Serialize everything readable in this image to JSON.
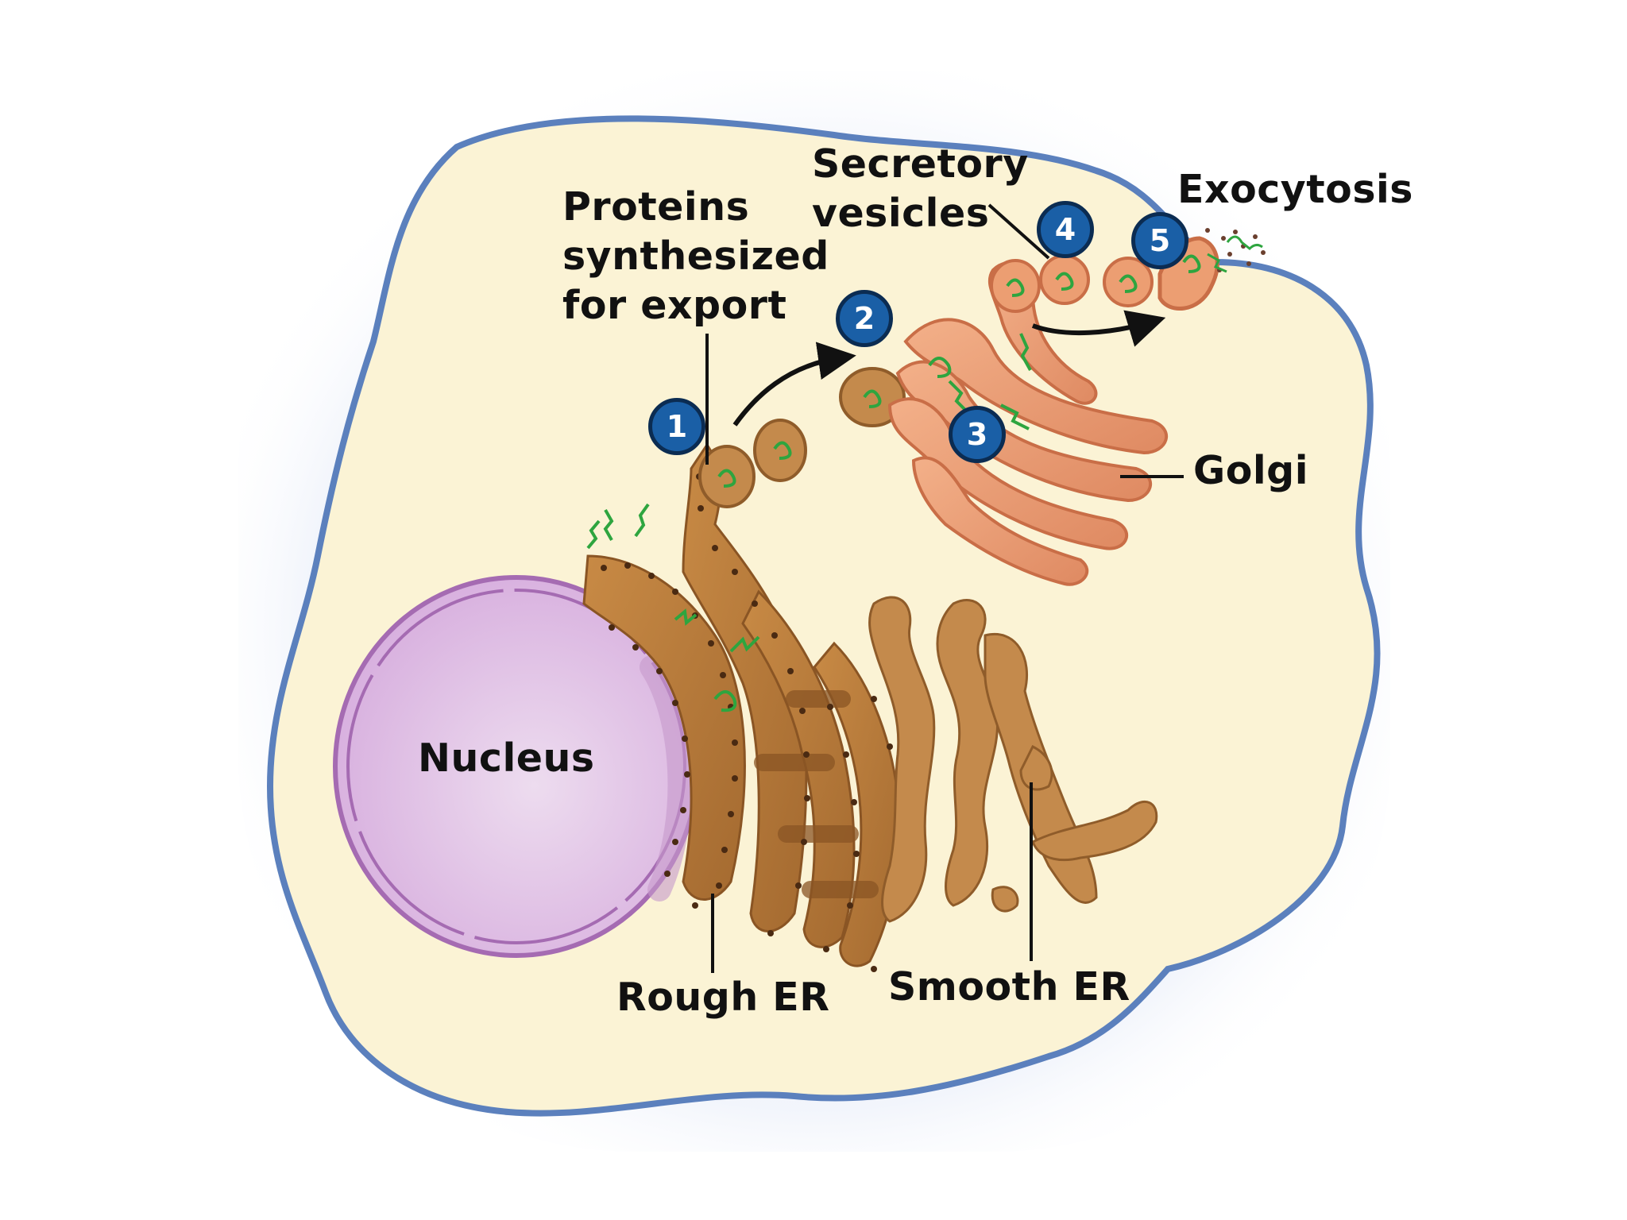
{
  "labels": {
    "proteins": [
      "Proteins",
      "synthesized",
      "for export"
    ],
    "secretory": [
      "Secretory",
      "vesicles"
    ],
    "exocytosis": "Exocytosis",
    "golgi": "Golgi",
    "nucleus": "Nucleus",
    "rough_er": "Rough ER",
    "smooth_er": "Smooth ER"
  },
  "steps": [
    "1",
    "2",
    "3",
    "4",
    "5"
  ],
  "colors": {
    "cytoplasm": "#fbf3d5",
    "membrane": "#5b80bd",
    "nucleus": "#e4c7e6",
    "nucleus_edge": "#a56bb2",
    "er": "#b57a3c",
    "golgi": "#ec9e72",
    "protein": "#2ea53f",
    "step_badge": "#1a5fa6"
  }
}
